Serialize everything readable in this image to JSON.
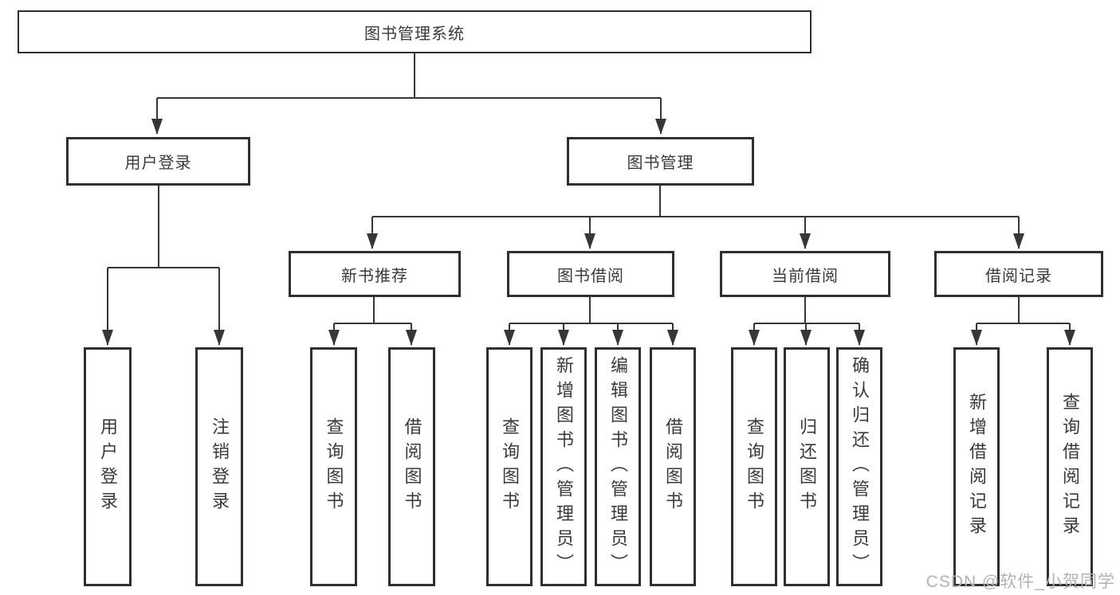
{
  "diagram": {
    "root": {
      "label": "图书管理系统"
    },
    "branches": {
      "user_login": {
        "label": "用户登录",
        "children": [
          "用户登录",
          "注销登录"
        ]
      },
      "book_management": {
        "label": "图书管理",
        "children": {
          "new_book_recommend": {
            "label": "新书推荐",
            "children": [
              "查询图书",
              "借阅图书"
            ]
          },
          "book_borrow": {
            "label": "图书借阅",
            "children": [
              "查询图书",
              "新增图书（管理员）",
              "编辑图书（管理员）",
              "借阅图书"
            ]
          },
          "current_borrow": {
            "label": "当前借阅",
            "children": [
              "查询图书",
              "归还图书",
              "确认归还（管理员）"
            ]
          },
          "borrow_records": {
            "label": "借阅记录",
            "children": [
              "新增借阅记录",
              "查询借阅记录"
            ]
          }
        }
      }
    }
  },
  "watermark": {
    "text": "CSDN @软件_小贺同学",
    "color": "#b3b3b3"
  },
  "colors": {
    "border": "#2f2f2f",
    "line": "#363636",
    "text": "#3a3a3a",
    "background": "#ffffff"
  }
}
